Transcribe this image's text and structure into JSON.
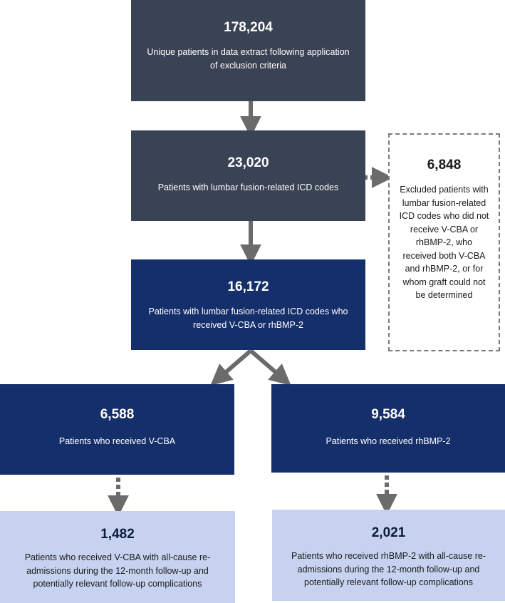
{
  "boxes": {
    "total": {
      "count": "178,204",
      "description": "Unique patients in data extract following application of exclusion criteria"
    },
    "lumbar": {
      "count": "23,020",
      "description": "Patients with lumbar fusion-related ICD codes"
    },
    "excluded": {
      "count": "6,848",
      "description": "Excluded patients with lumbar fusion-related ICD codes who did not receive V-CBA or rhBMP-2, who received both V-CBA and rhBMP-2, or for whom graft could not be determined"
    },
    "received": {
      "count": "16,172",
      "description": "Patients with lumbar fusion-related ICD codes who received V-CBA or rhBMP-2"
    },
    "vcba": {
      "count": "6,588",
      "description": "Patients who received V-CBA"
    },
    "rhbmp": {
      "count": "9,584",
      "description": "Patients who received rhBMP-2"
    },
    "vcba_readmit": {
      "count": "1,482",
      "description": "Patients who received V-CBA with all-cause re-admissions during the 12-month follow-up and potentially relevant follow-up complications"
    },
    "rhbmp_readmit": {
      "count": "2,021",
      "description": "Patients who received rhBMP-2 with all-cause re-admissions during the 12-month follow-up and potentially relevant follow-up complications"
    }
  },
  "colors": {
    "dark_box": "#3a4354",
    "navy_box": "#152f6b",
    "light_box": "#c6d2ef",
    "arrow": "#6b6b6b"
  }
}
